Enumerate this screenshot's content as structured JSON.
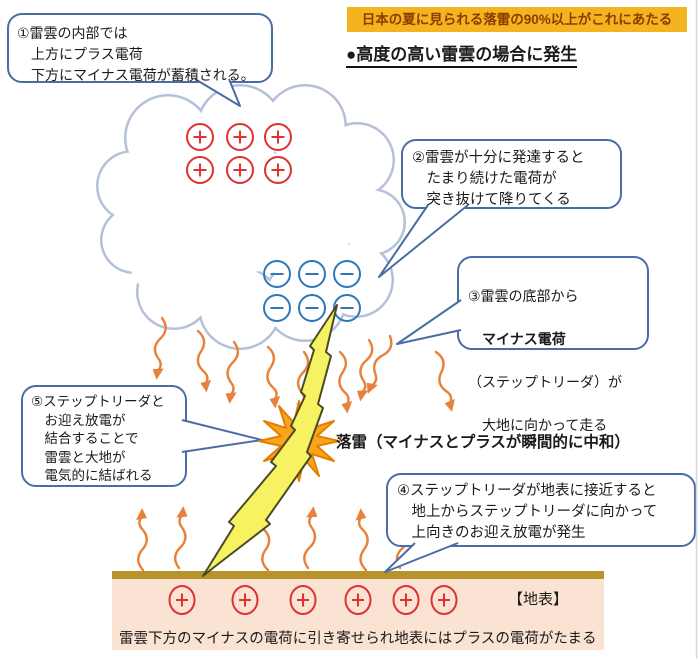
{
  "banner": {
    "text": "日本の夏に見られる落雷の90%以上がこれにあたる"
  },
  "subtitle": {
    "text": "●高度の高い雷雲の場合に発生"
  },
  "callouts": {
    "c1": "①雷雲の内部では\n　上方にプラス電荷\n　下方にマイナス電荷が蓄積される。",
    "c2": "②雷雲が十分に発達すると\n　たまり続けた電荷が\n　突き抜けて降りてくる",
    "c3": {
      "line1": "③雷雲の底部から",
      "line2": "　マイナス電荷",
      "line3": "（ステップトリーダ）が",
      "line4": "　大地に向かって走る"
    },
    "c4": "④ステップトリーダが地表に接近すると\n　地上からステップトリーダに向かって\n　上向きのお迎え放電が発生",
    "c5": "⑤ステップトリーダと\n　お迎え放電が\n　結合することで\n　雷雲と大地が\n　電気的に結ばれる"
  },
  "labels": {
    "strike": "落雷（マイナスとプラスが瞬間的に中和）",
    "ground": "【地表】",
    "ground_caption": "雷雲下方のマイナスの電荷に引き寄せられ地表にはプラスの電荷がたまる"
  },
  "charges": {
    "cloud_plus_count": 6,
    "cloud_minus_count": 6,
    "ground_plus_count": 6
  },
  "colors": {
    "banner-bg": "#F3B41F",
    "banner-fg": "#8E3A03",
    "ink": "#1A1A1A",
    "callout-border": "#4A6DA7",
    "cloud-outline": "#B5C0D9",
    "plus-red": "#DC3232",
    "minus-blue": "#2E78B8",
    "arrow-orange": "#E8813C",
    "ground-bar": "#B8922B",
    "ground-fill": "#FAE3D2",
    "bolt-fill": "#F7F261",
    "bolt-stroke": "#4C4A25",
    "burst-fill": "#F9A51B",
    "burst-stroke": "#E67E00"
  }
}
